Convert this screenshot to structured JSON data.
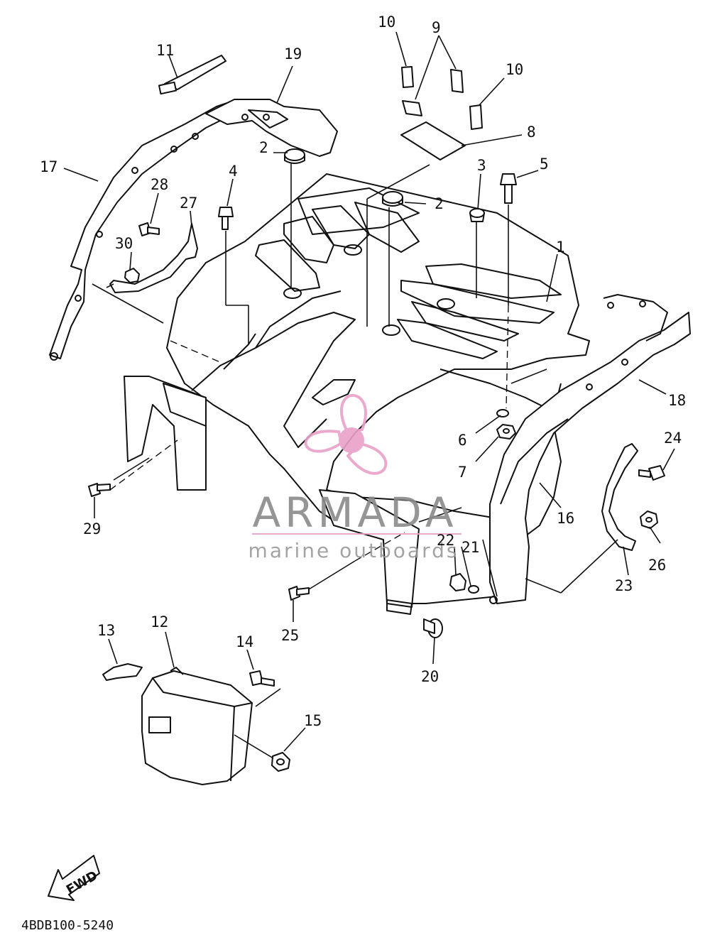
{
  "diagram": {
    "part_labels": [
      "1",
      "2",
      "2",
      "3",
      "4",
      "5",
      "6",
      "7",
      "8",
      "9",
      "10",
      "10",
      "11",
      "12",
      "13",
      "14",
      "15",
      "16",
      "17",
      "18",
      "19",
      "20",
      "21",
      "22",
      "23",
      "24",
      "25",
      "26",
      "27",
      "28",
      "29",
      "30"
    ],
    "drawing_code": "4BDB100-5240",
    "direction_label": "FWD"
  },
  "watermark": {
    "brand": "ARMADA",
    "tagline": "marine outboards",
    "colors": {
      "logo": "#e8a0c8",
      "text": "#8a8a8a",
      "rule": "#e8a0c8"
    }
  }
}
